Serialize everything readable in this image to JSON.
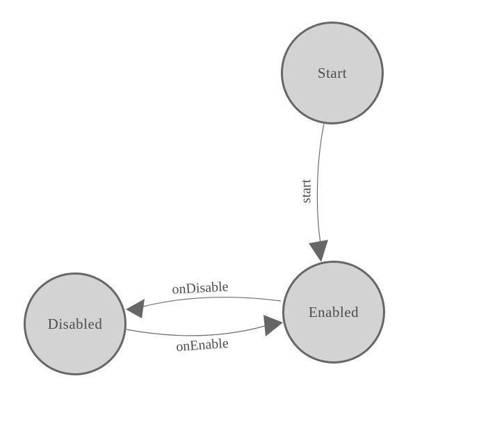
{
  "diagram": {
    "type": "state-machine",
    "colors": {
      "background": "#ffffff",
      "node_fill": "#d3d3d3",
      "node_border": "#666666",
      "edge_stroke": "#6b6b6b",
      "arrowhead_fill": "#666666",
      "text": "#4d4d4d"
    },
    "states": [
      {
        "id": "start",
        "label": "Start"
      },
      {
        "id": "enabled",
        "label": "Enabled"
      },
      {
        "id": "disabled",
        "label": "Disabled"
      }
    ],
    "transitions": [
      {
        "id": "start-transition",
        "label": "start",
        "from": "Start",
        "to": "Enabled"
      },
      {
        "id": "on-disable",
        "label": "onDisable",
        "from": "Enabled",
        "to": "Disabled"
      },
      {
        "id": "on-enable",
        "label": "onEnable",
        "from": "Disabled",
        "to": "Enabled"
      }
    ]
  }
}
